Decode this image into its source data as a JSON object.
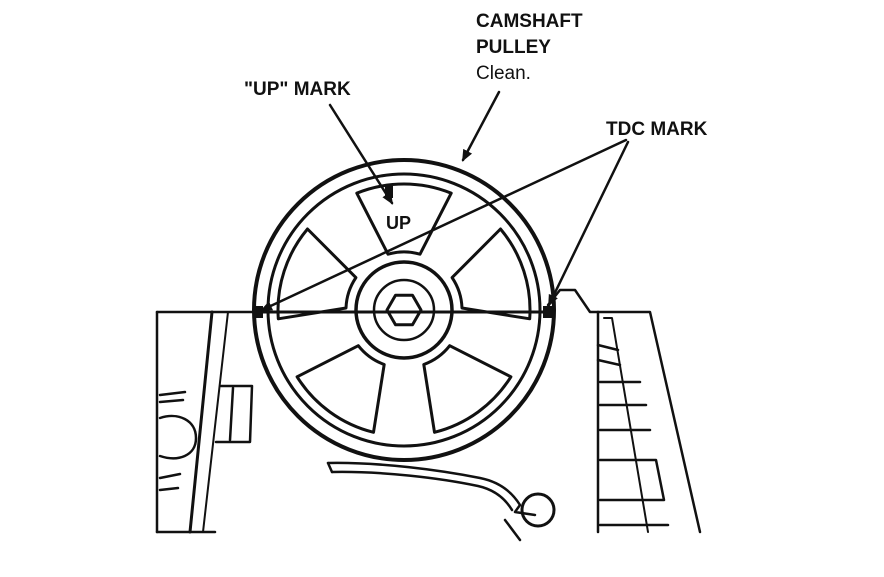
{
  "labels": {
    "camshaft_line1": "CAMSHAFT",
    "camshaft_line2": "PULLEY",
    "camshaft_note": "Clean.",
    "up_mark": "\"UP\" MARK",
    "tdc_mark": "TDC MARK",
    "pulley_up_text": "UP"
  },
  "colors": {
    "ink": "#111111",
    "background": "#ffffff"
  }
}
